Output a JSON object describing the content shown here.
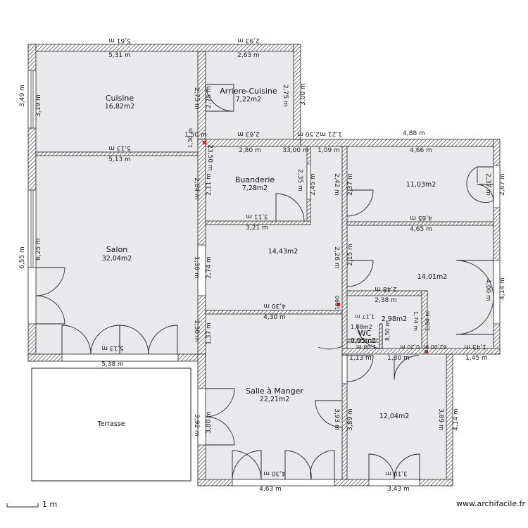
{
  "rooms": {
    "cuisine": {
      "name": "Cuisine",
      "area": "16,82m2"
    },
    "arriere_cuisine": {
      "name": "Arriere-Cuisine",
      "area": "7,22m2"
    },
    "buanderie": {
      "name": "Buanderie",
      "area": "7,28m2"
    },
    "salon": {
      "name": "Salon",
      "area": "32,04m2"
    },
    "hall": {
      "area": "14,43m2"
    },
    "bedroom_ne": {
      "area": "11,03m2"
    },
    "bedroom_e": {
      "area": "14,01m2"
    },
    "bathroom": {
      "area": "2,98m2"
    },
    "wc": {
      "name": "WC",
      "area": "0,95m2",
      "area2": "1,08m2"
    },
    "salle_a_manger": {
      "name": "Salle à Manger",
      "area": "22,21m2"
    },
    "bedroom_se": {
      "area": "12,04m2"
    },
    "terrasse": {
      "name": "Terrasse"
    }
  },
  "dims": {
    "cuisine_ext_top": "5,61 m",
    "cuisine_int_top": "5,31 m",
    "arr_ext_top": "2,93 m",
    "arr_int_top": "2,63 m",
    "cuisine_left_ext": "3,49 m",
    "cuisine_left_int": "3,19 m",
    "cuisine_right": "2,75 m",
    "arr_left": "2,75 m",
    "arr_right_int": "2,75 m",
    "arr_right_ext": "3,00 m",
    "cuisine_bottom_a": "5,13 m",
    "cuisine_bottom_b": "5,13 m",
    "seg_150": "1,50 m",
    "arr_bottom": "2,63 m",
    "seg_250": "2,50 m",
    "seg_121": "1,21 m",
    "right_ext_top": "4,88 m",
    "right_int_top": "4,66 m",
    "buand_top": "2,80 m",
    "hall_top_a": "33,00 m",
    "hall_top_b": "1,09 m",
    "v_130": "1,30 m",
    "v_2350": "23,50 m",
    "buand_left": "2,11 m",
    "buand_right": "2,35 m",
    "buand_right2": "2,45 m",
    "hall_right_a": "2,42 m",
    "bed_ne_left": "2,37 m",
    "bed_ne_right": "2,37 m",
    "right_ext_v": "2,67 m",
    "buand_bottom_a": "3,11 m",
    "buand_bottom_b": "3,21 m",
    "bed_ne_bottom_a": "4,65 m",
    "bed_ne_bottom_b": "4,65 m",
    "salon_left_ext": "6,55 m",
    "salon_left_int": "6,25 m",
    "salon_right": "2,84 m",
    "hall_left": "2,74 m",
    "hall_right_b": "2,26 m",
    "bed_e_left": "2,15 m",
    "bed_e_right": "4,00 m",
    "bed_e_ext": "4,14 m",
    "hall_bottom_a": "4,30 m",
    "hall_bottom_b": "4,30 m",
    "bath_top_a": "2,48 m",
    "bath_top_b": "2,38 m",
    "bath_right_a": "1,74 m",
    "bath_right_b": "1,84 m",
    "v_169": "1690",
    "wc_a": "1,17 m",
    "wc_b": "8,50 m",
    "salon_right2": "1,30 m",
    "sam_left": "1,37 m",
    "salon_bottom_int": "5,13 m",
    "salon_bottom_ext": "5,38 m",
    "wc_bottom": "1,08 m",
    "seg_113": "1,13 m",
    "seg_130b": "1,30 m",
    "seg_020": "0,20 m",
    "seg_062": "62,00 m",
    "seg_143": "1,43 m",
    "seg_145": "1,45 m",
    "terr_right": "3,92 m",
    "sam_left2": "3,80 m",
    "sam_right": "3,93 m",
    "bed_se_left": "3,89 m",
    "bed_se_right_int": "3,89 m",
    "bed_se_right_ext": "4,14 m",
    "sam_bottom_int": "4,30 m",
    "sam_bottom_ext": "4,63 m",
    "bed_se_bottom_int": "3,10 m",
    "bed_se_bottom_ext": "3,43 m"
  },
  "scale_label": "1 m",
  "watermark": "www.archifacile.fr"
}
